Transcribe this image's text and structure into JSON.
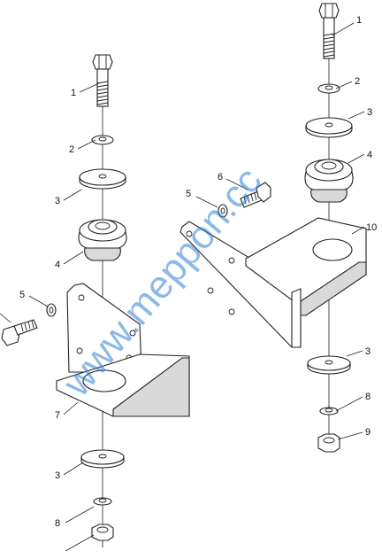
{
  "watermark": "www.meppon.cc",
  "colors": {
    "watermark": "#2f7fd6",
    "line": "#222222",
    "shade": "#d9d9d9"
  },
  "left_assembly": {
    "labels": {
      "bolt": "1",
      "washer": "2",
      "plate_top": "3",
      "mount": "4",
      "lock_washer": "5",
      "bracket": "7",
      "plate_bottom": "3",
      "washer_bottom": "8"
    }
  },
  "right_assembly": {
    "labels": {
      "bolt": "1",
      "washer": "2",
      "plate_top": "3",
      "mount": "4",
      "lock_washer": "5",
      "side_bolt": "6",
      "bracket": "10",
      "plate_bottom": "3",
      "washer_bottom": "8",
      "nut": "9"
    }
  }
}
